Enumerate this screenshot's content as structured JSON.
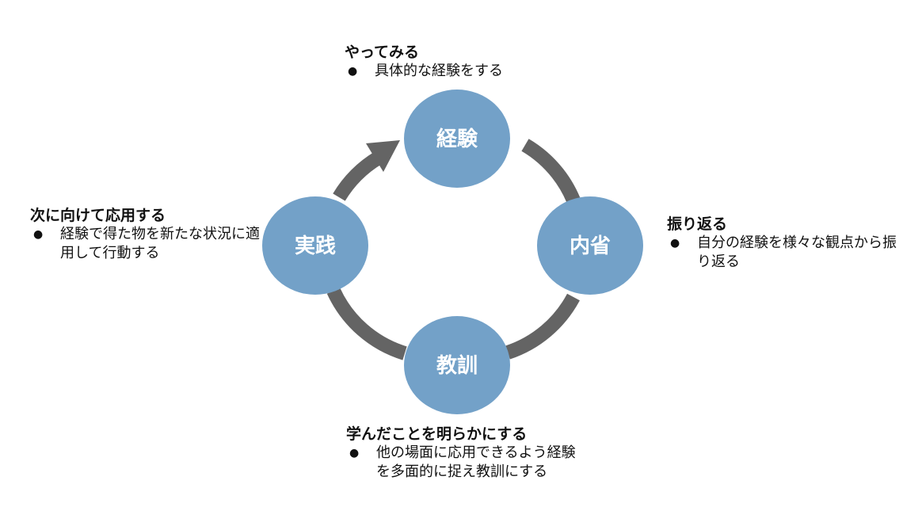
{
  "colors": {
    "node_fill": "#73a1c8",
    "arrow": "#646464",
    "text": "#111111"
  },
  "nodes": {
    "experience": "経験",
    "reflection": "内省",
    "lesson": "教訓",
    "practice": "実践"
  },
  "blocks": {
    "top": {
      "title": "やってみる",
      "items": [
        "具体的な経験をする"
      ]
    },
    "right": {
      "title": "振り返る",
      "items": [
        "自分の経験を様々な観点から振り返る"
      ]
    },
    "bottom": {
      "title": "学んだことを明らかにする",
      "items": [
        "他の場面に応用できるよう経験を多面的に捉え教訓にする"
      ]
    },
    "left": {
      "title": "次に向けて応用する",
      "items": [
        "経験で得た物を新たな状況に適用して行動する"
      ]
    }
  },
  "bullet_glyph": "●"
}
